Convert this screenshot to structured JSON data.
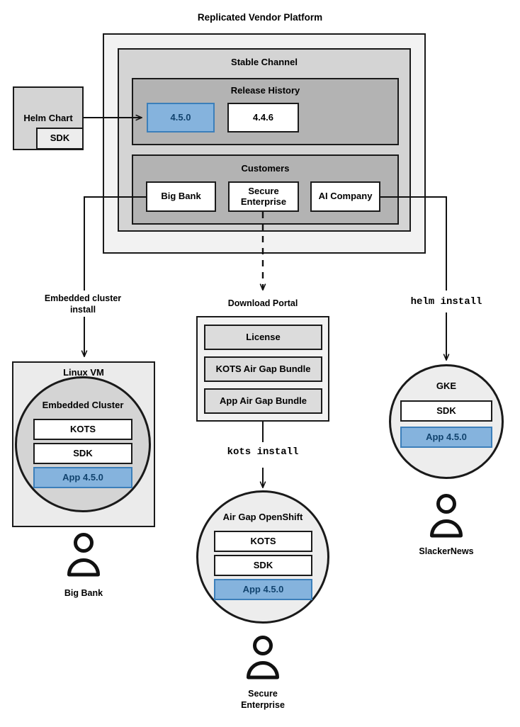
{
  "diagram": {
    "title": "Replicated Vendor Platform",
    "platform": {
      "stable_channel": {
        "title": "Stable Channel",
        "release_history": {
          "title": "Release History",
          "releases": [
            {
              "version": "4.5.0",
              "highlighted": true
            },
            {
              "version": "4.4.6",
              "highlighted": false
            }
          ]
        },
        "customers": {
          "title": "Customers",
          "items": [
            {
              "name": "Big Bank"
            },
            {
              "name": "Secure\nEnterprise",
              "line1": "Secure",
              "line2": "Enterprise"
            },
            {
              "name": "AI Company"
            }
          ]
        }
      }
    },
    "helm_chart": {
      "title": "Helm Chart",
      "sdk_label": "SDK"
    },
    "flows": [
      {
        "id": "embedded",
        "label_line1": "Embedded cluster",
        "label_line2": "install",
        "style": "plain"
      },
      {
        "id": "download",
        "label_line1": "Download Portal",
        "label_line2": "",
        "style": "plain"
      },
      {
        "id": "helm",
        "label_line1": "helm install",
        "label_line2": "",
        "style": "mono"
      },
      {
        "id": "kots",
        "label_line1": "kots install",
        "label_line2": "",
        "style": "mono"
      }
    ],
    "linux_vm": {
      "title": "Linux VM",
      "embedded_cluster": {
        "title": "Embedded Cluster",
        "components": [
          {
            "label": "KOTS",
            "highlighted": false
          },
          {
            "label": "SDK",
            "highlighted": false
          },
          {
            "label": "App 4.5.0",
            "highlighted": true
          }
        ]
      },
      "actor": "Big Bank"
    },
    "download_portal": {
      "title": "Download Portal",
      "artifacts": [
        {
          "label": "License"
        },
        {
          "label": "KOTS Air Gap Bundle"
        },
        {
          "label": "App Air Gap Bundle"
        }
      ]
    },
    "airgap_openshift": {
      "title": "Air Gap OpenShift",
      "components": [
        {
          "label": "KOTS",
          "highlighted": false
        },
        {
          "label": "SDK",
          "highlighted": false
        },
        {
          "label": "App 4.5.0",
          "highlighted": true
        }
      ],
      "actor_line1": "Secure",
      "actor_line2": "Enterprise"
    },
    "gke": {
      "title": "GKE",
      "components": [
        {
          "label": "SDK",
          "highlighted": false
        },
        {
          "label": "App 4.5.0",
          "highlighted": true
        }
      ],
      "actor": "SlackerNews"
    },
    "colors": {
      "accent_blue_fill": "#85b3dd",
      "accent_blue_border": "#3c7fba",
      "accent_blue_text": "#11436e",
      "stroke": "#1a1a1a",
      "panel_outer": "#f2f2f2",
      "panel_mid": "#d4d4d4",
      "panel_inner": "#b3b3b3",
      "vm_fill": "#ebebeb",
      "circle_light": "#ededed",
      "download_item": "#dcdcdc"
    },
    "icons": {
      "person": "person-icon",
      "arrow": "arrow-head"
    }
  }
}
